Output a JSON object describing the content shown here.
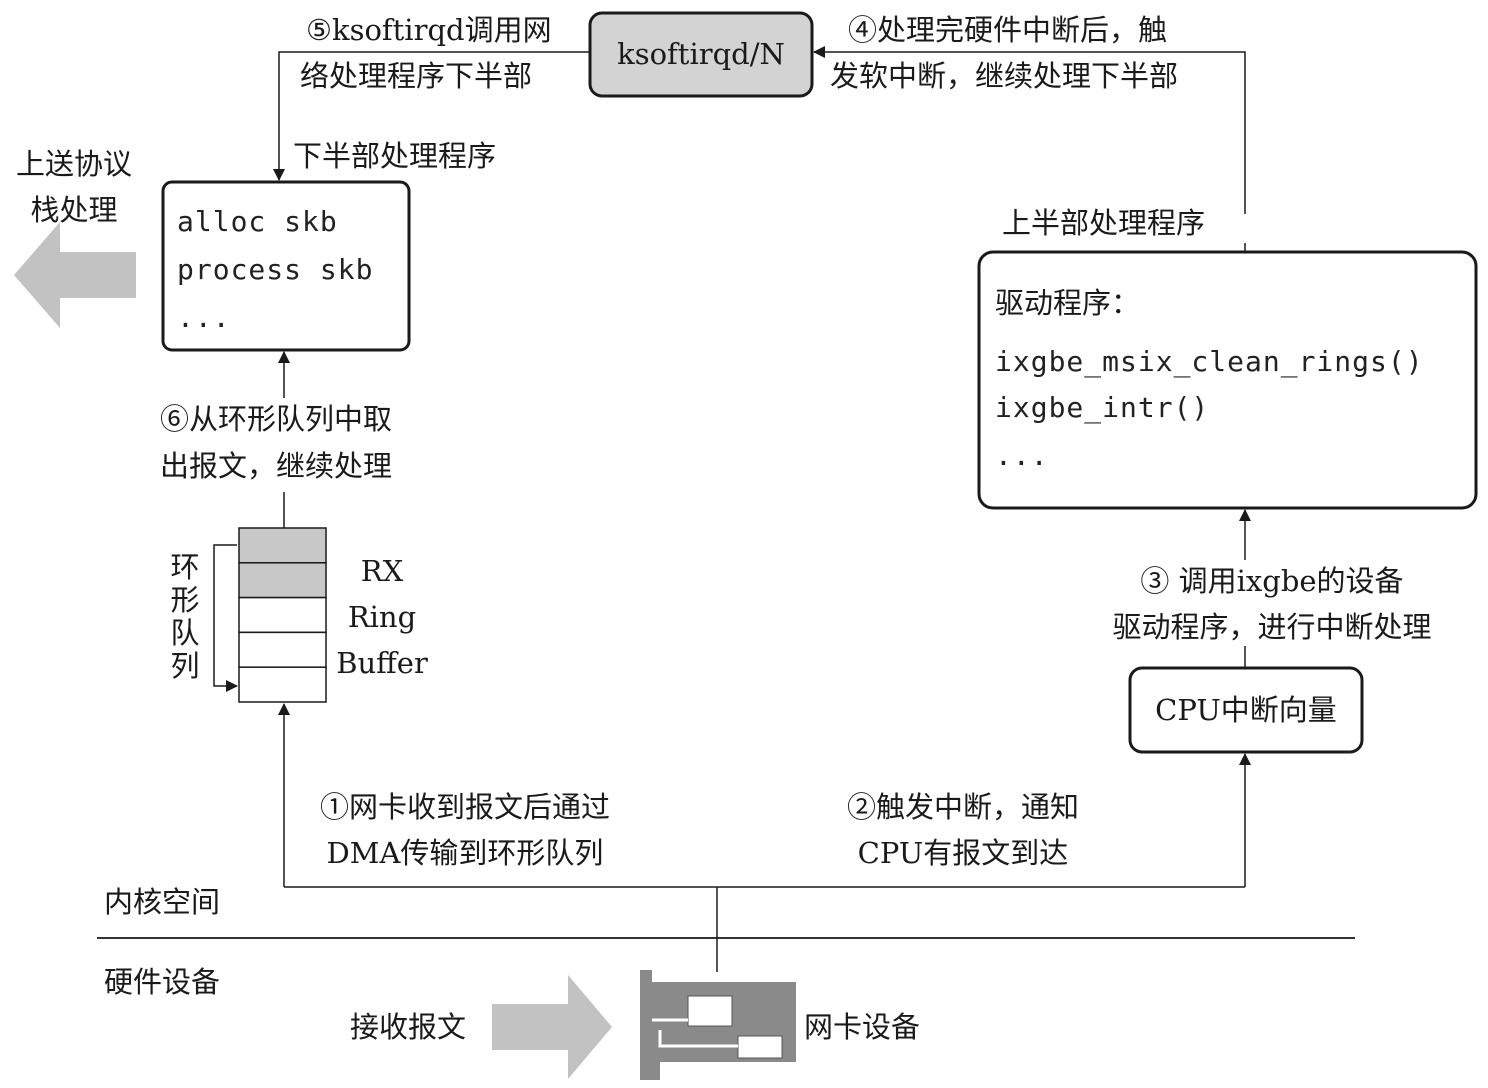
{
  "nodes": {
    "ksoftirqd": "ksoftirqd/N",
    "bottom_half_box": {
      "lines": [
        "alloc skb",
        "process skb",
        "..."
      ]
    },
    "driver_box": {
      "title": "驱动程序：",
      "lines": [
        "ixgbe_msix_clean_rings()",
        "ixgbe_intr()",
        "..."
      ]
    },
    "cpu_vector": "CPU中断向量",
    "ring_buffer": {
      "label_lines": [
        "RX",
        "Ring",
        "Buffer"
      ],
      "side_label": [
        "环",
        "形",
        "队",
        "列"
      ]
    },
    "nic": "网卡设备"
  },
  "labels": {
    "step1": [
      "①网卡收到报文后通过",
      "DMA传输到环形队列"
    ],
    "step2": [
      "②触发中断，通知",
      "CPU有报文到达"
    ],
    "step3": [
      "③ 调用ixgbe的设备",
      "驱动程序，进行中断处理"
    ],
    "step4": [
      "④处理完硬件中断后，触",
      "发软中断，继续处理下半部"
    ],
    "step5": [
      "⑤ksoftirqd调用网",
      "络处理程序下半部"
    ],
    "step6": [
      "⑥从环形队列中取",
      "出报文，继续处理"
    ],
    "bottom_half": "下半部处理程序",
    "top_half": "上半部处理程序",
    "upstream": [
      "上送协议",
      "栈处理"
    ],
    "receive": "接收报文"
  },
  "zones": {
    "kernel": "内核空间",
    "hardware": "硬件设备"
  }
}
